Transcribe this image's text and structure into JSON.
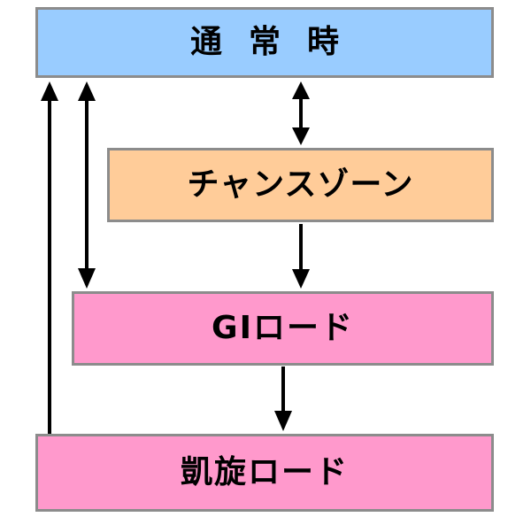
{
  "boxes": {
    "normal": {
      "label": "通常時",
      "fill": "#99ccff"
    },
    "chance": {
      "label": "チャンスゾーン",
      "fill": "#ffcc99"
    },
    "gi": {
      "label": "GIロード",
      "fill": "#ff99cc"
    },
    "gaisen": {
      "label": "凱旋ロード",
      "fill": "#ff99cc"
    }
  },
  "colors": {
    "border": "#8c8c8c",
    "arrow": "#000000"
  }
}
